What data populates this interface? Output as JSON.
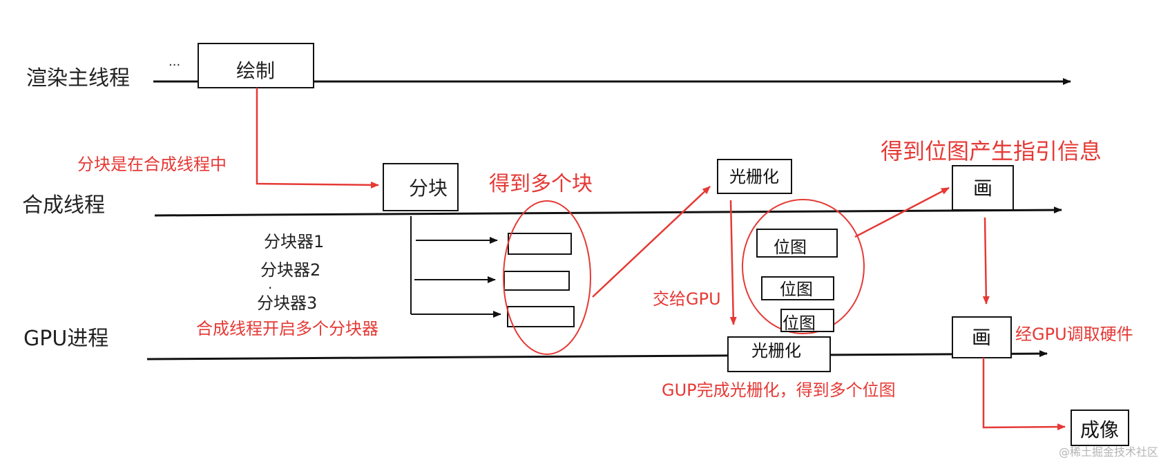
{
  "threads": {
    "render_main": "渲染主线程",
    "compositor": "合成线程",
    "gpu": "GPU进程"
  },
  "ellipsis": "···",
  "boxes": {
    "paint": "绘制",
    "tiling": "分块",
    "raster_top": "光栅化",
    "raster_gpu": "光栅化",
    "draw_top": "画",
    "draw_gpu": "画",
    "image": "成像",
    "bitmap_1": "位图",
    "bitmap_2": "位图",
    "bitmap_3": "位图"
  },
  "tilers": [
    "分块器1",
    "分块器2",
    "分块器3"
  ],
  "tiler_dot": "·",
  "annotations": {
    "tiling_in_compositor": "分块是在合成线程中",
    "multiple_tiles": "得到多个块",
    "compositor_opens_tilers": "合成线程开启多个分块器",
    "hand_to_gpu": "交给GPU",
    "gpu_raster_done": "GUP完成光栅化，得到多个位图",
    "bitmap_draw_quads": "得到位图产生指引信息",
    "gpu_hardware": "经GPU调取硬件"
  },
  "watermark": "@稀土掘金技术社区",
  "colors": {
    "line": "#111111",
    "accent": "#e53935"
  }
}
